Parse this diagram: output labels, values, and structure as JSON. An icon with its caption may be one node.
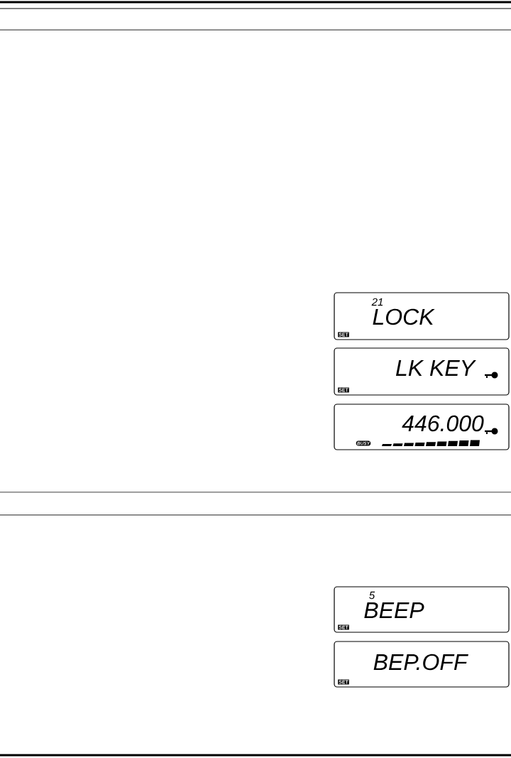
{
  "diagram": {
    "nodes": [
      {
        "text": [
          "21",
          "LOCK",
          "SET"
        ]
      },
      {
        "text": [
          "LK KEY",
          "SET"
        ]
      },
      {
        "text": [
          "446.000",
          "BUSY"
        ]
      },
      {
        "text": [
          "5",
          "BEEP",
          "SET"
        ]
      },
      {
        "text": [
          "BEP.OFF",
          "SET"
        ]
      }
    ]
  }
}
